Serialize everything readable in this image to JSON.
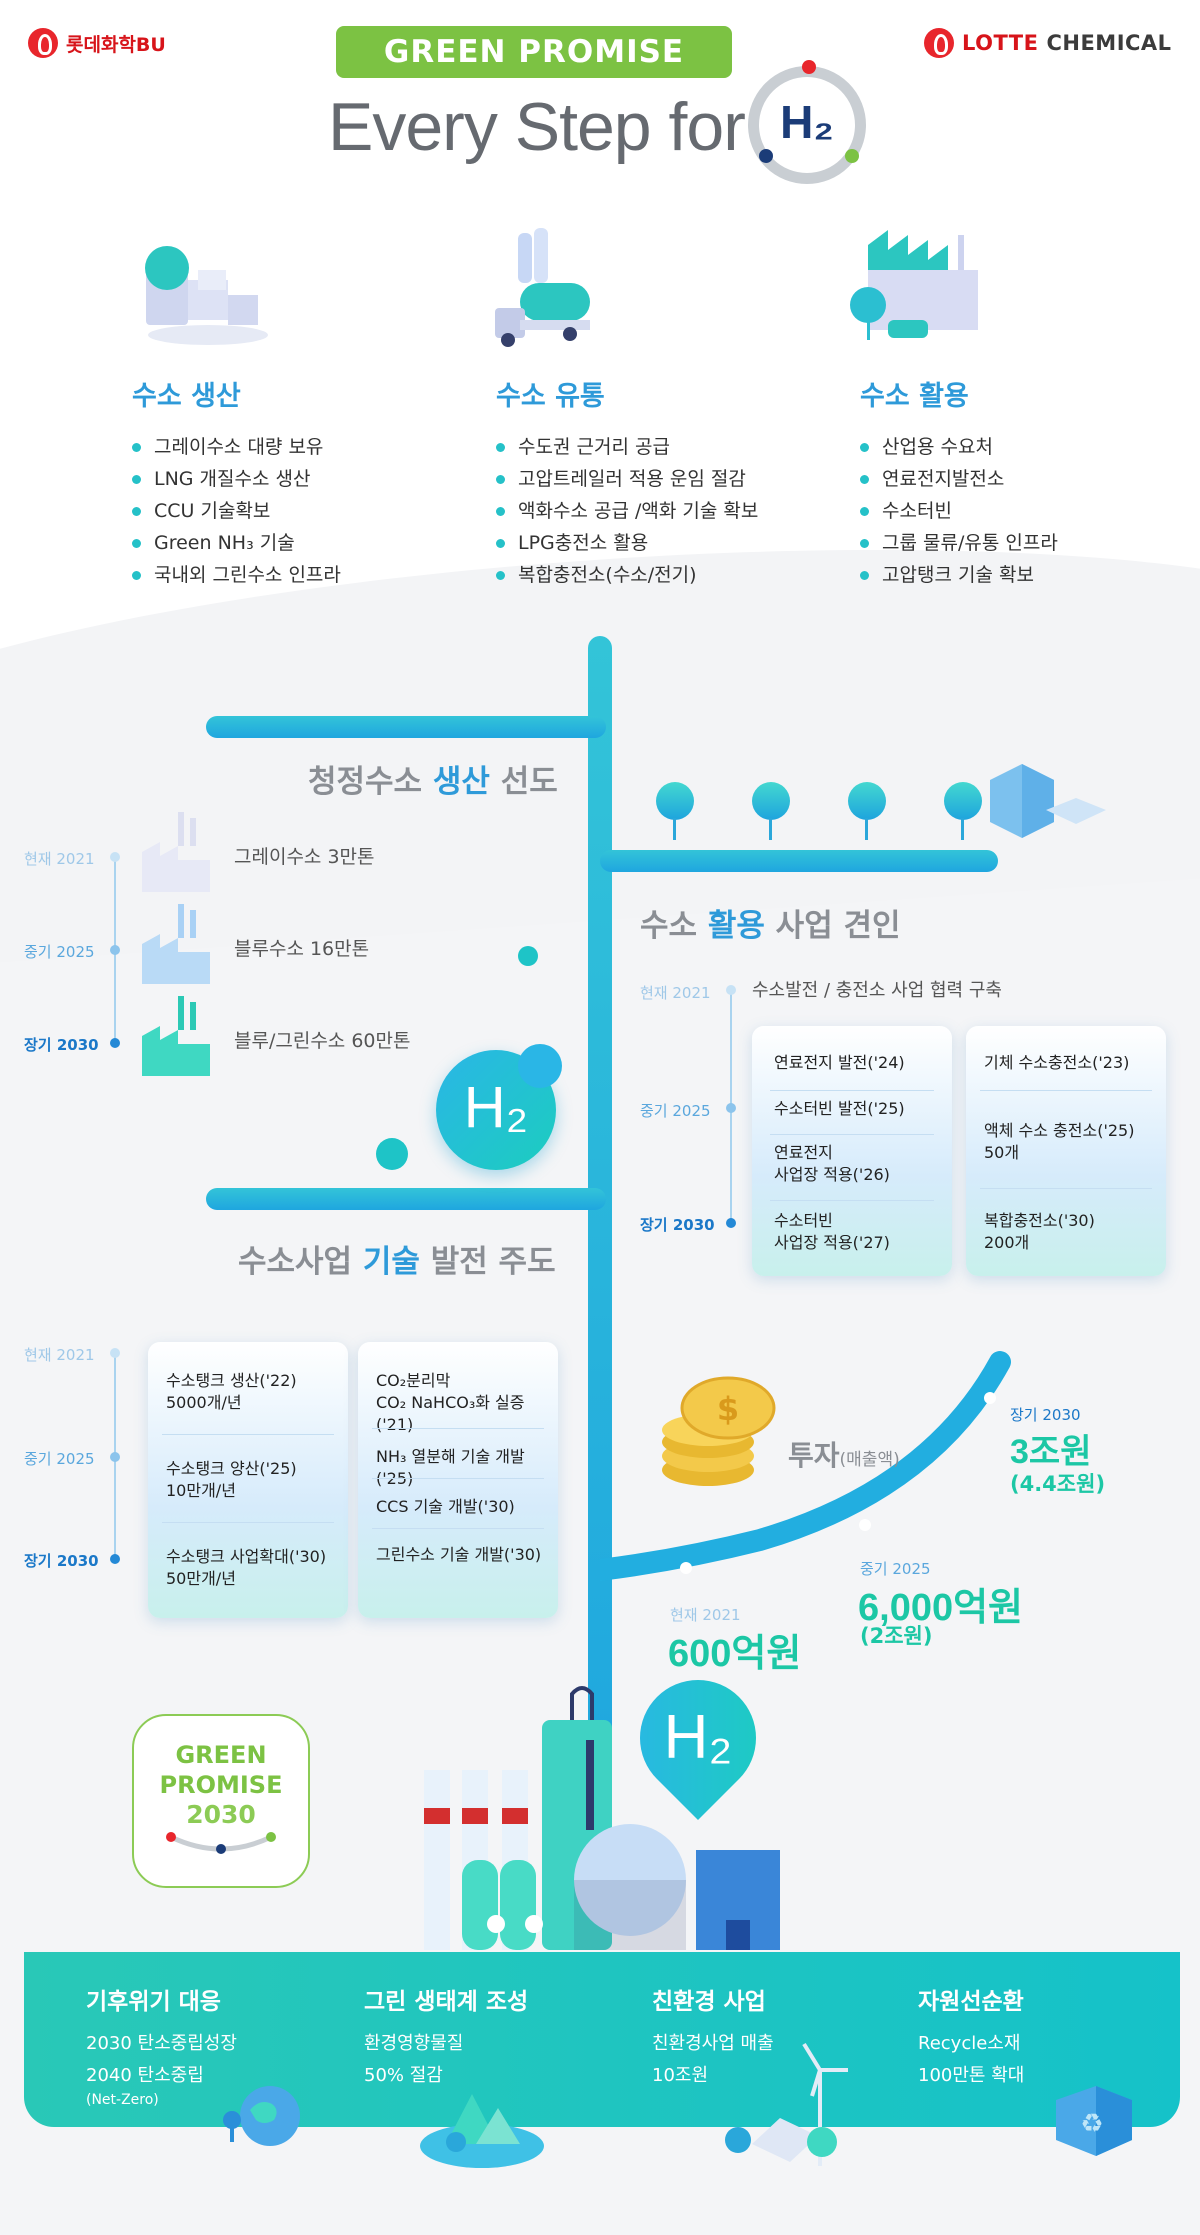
{
  "header": {
    "logo_left": "롯데화학BU",
    "logo_right_lotte": "LOTTE",
    "logo_right_chem": "CHEMICAL",
    "banner": "GREEN PROMISE 2030",
    "title": "Every Step for",
    "h2_symbol": "H₂"
  },
  "pillars": [
    {
      "title": "수소 생산",
      "items": [
        "그레이수소 대량 보유",
        "LNG 개질수소 생산",
        "CCU 기술확보",
        "Green NH₃ 기술",
        "국내외 그린수소 인프라"
      ]
    },
    {
      "title": "수소 유통",
      "items": [
        "수도권 근거리 공급",
        "고압트레일러 적용 운임 절감",
        "액화수소 공급 /액화 기술 확보",
        "LPG충전소 활용",
        "복합충전소(수소/전기)"
      ]
    },
    {
      "title": "수소 활용",
      "items": [
        "산업용 수요처",
        "연료전지발전소",
        "수소터빈",
        "그룹 물류/유통 인프라",
        "고압탱크 기술 확보"
      ]
    }
  ],
  "timeline_labels": {
    "now": "현재",
    "now_year": "2021",
    "mid": "중기",
    "mid_year": "2025",
    "long": "장기",
    "long_year": "2030"
  },
  "production": {
    "title_pre": "청정수소 ",
    "title_hl": "생산",
    "title_post": " 선도",
    "stages": [
      "그레이수소  3만톤",
      "블루수소  16만톤",
      "블루/그린수소 60만톤"
    ],
    "h2_symbol": "H₂"
  },
  "utilization": {
    "title_pre": "수소 ",
    "title_hl": "활용",
    "title_post": " 사업 견인",
    "now_text": "수소발전 / 충전소 사업 협력  구축",
    "card1": [
      "연료전지 발전('24)",
      "수소터빈 발전('25)",
      "연료전지\n사업장 적용('26)",
      "수소터빈\n사업장 적용('27)"
    ],
    "card2": [
      "기체 수소충전소('23)",
      "액체 수소 충전소('25)\n50개",
      "복합충전소('30)\n200개"
    ]
  },
  "technology": {
    "title_pre": "수소사업 ",
    "title_hl": "기술",
    "title_post": " 발전 주도",
    "card1": [
      "수소탱크 생산('22)\n5000개/년",
      "수소탱크 양산('25)\n10만개/년",
      "수소탱크 사업확대('30)\n50만개/년"
    ],
    "card2": [
      "CO₂분리막\nCO₂ NaHCO₃화 실증('21)",
      "NH₃ 열분해 기술 개발('25)",
      "CCS 기술 개발('30)",
      "그린수소 기술 개발('30)"
    ]
  },
  "investment": {
    "label": "투자",
    "label_sub": "(매출액)",
    "now_amount": "600억원",
    "mid_amount": "6,000억원",
    "mid_sub": "(2조원)",
    "long_amount": "3조원",
    "long_sub": "(4.4조원)"
  },
  "badge": {
    "line1": "GREEN",
    "line2": "PROMISE",
    "line3": "2030"
  },
  "plant_h2": "H₂",
  "bottom": [
    {
      "title": "기후위기 대응",
      "lines": [
        "2030 탄소중립성장",
        "2040 탄소중립"
      ],
      "small": "(Net-Zero)"
    },
    {
      "title": "그린 생태계 조성",
      "lines": [
        "환경영향물질",
        "50% 절감"
      ],
      "small": ""
    },
    {
      "title": "친환경 사업",
      "lines": [
        "친환경사업 매출",
        "10조원"
      ],
      "small": ""
    },
    {
      "title": "자원선순환",
      "lines": [
        "Recycle소재",
        "100만톤 확대"
      ],
      "small": ""
    }
  ],
  "colors": {
    "brand_red": "#d7141a",
    "green": "#7cc243",
    "blue": "#2e9ad9",
    "teal": "#1cc7a5"
  }
}
